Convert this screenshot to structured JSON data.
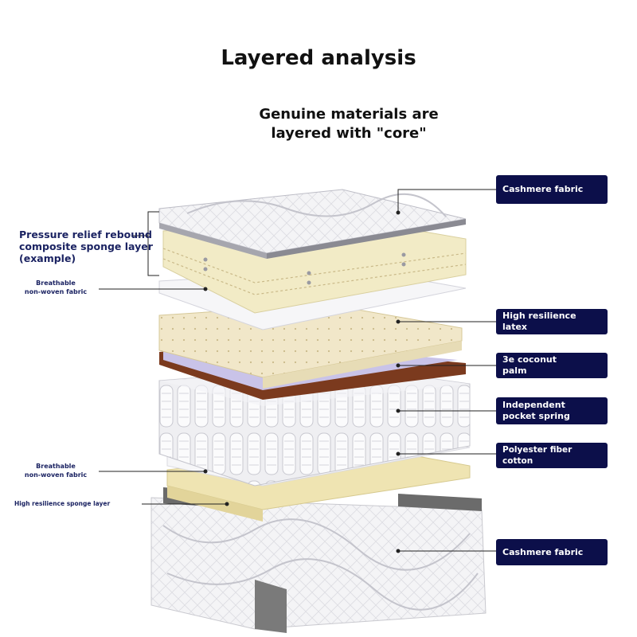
{
  "title": "Layered analysis",
  "subtitle": [
    "Genuine materials are",
    "layered with \"core\""
  ],
  "right_tags": [
    "Cashmere fabric",
    "High resilience latex",
    "3e coconut palm",
    "Independent pocket spring",
    "Polyester fiber cotton",
    "Cashmere fabric"
  ],
  "left_labels": {
    "composite": [
      "Pressure relief rebound",
      "composite sponge layer",
      "(example)"
    ],
    "breathable_top": [
      "Breathable",
      "non-woven fabric"
    ],
    "breathable_bottom": [
      "Breathable",
      "non-woven fabric"
    ],
    "sponge": "High resilience sponge layer"
  },
  "colors": {
    "tag_bg": "#0c0f4a",
    "label_text": "#1b2362",
    "latex": "#f0e6c7",
    "coconut": "#7b3a1e",
    "sponge_yellow": "#efe4b2"
  }
}
